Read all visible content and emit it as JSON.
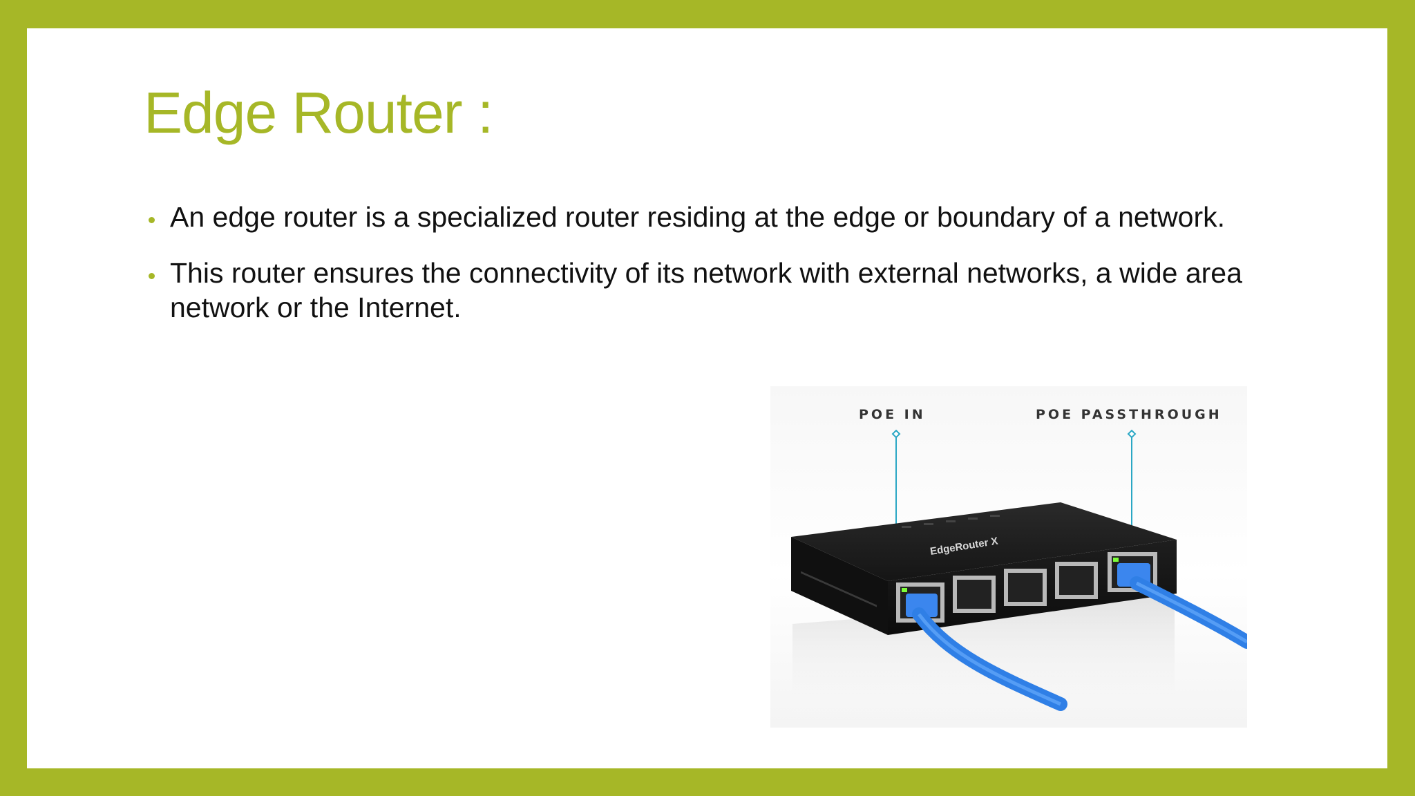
{
  "slide": {
    "title": "Edge Router :",
    "bullets": [
      {
        "text": "An edge router is a specialized router residing at the edge or boundary of a network."
      },
      {
        "text": "This router ensures the connectivity of its network with external networks, a wide area network or the Internet."
      }
    ]
  },
  "figure": {
    "label_left": "POE IN",
    "label_right": "POE PASSTHROUGH",
    "device_logo": "EdgeRouter X"
  },
  "colors": {
    "accent": "#a6b727",
    "background": "#ffffff",
    "text": "#111111",
    "callout_line": "#2aa7c4",
    "cable": "#2f7fe6",
    "device_body": "#1b1b1b"
  }
}
